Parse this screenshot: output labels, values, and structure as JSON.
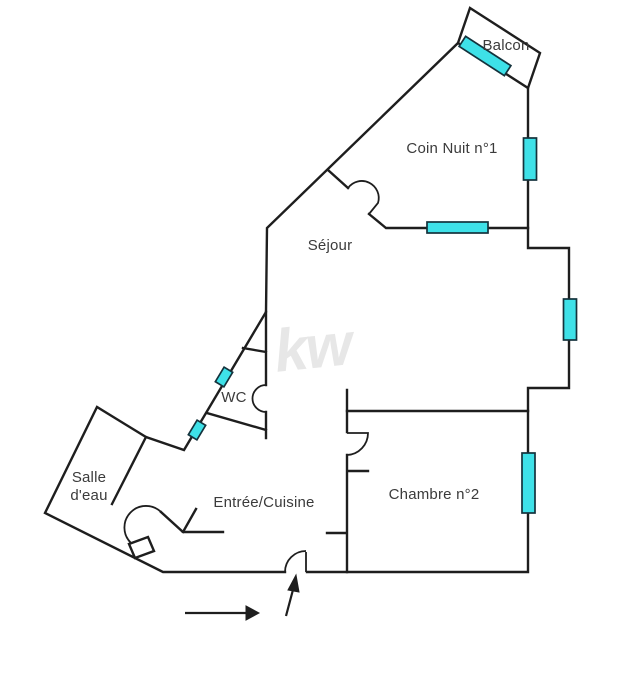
{
  "floorplan": {
    "watermark": "kw",
    "labels": {
      "balcon": "Balcon",
      "coin_nuit": "Coin Nuit n°1",
      "sejour": "Séjour",
      "wc": "WC",
      "salle_eau_line1": "Salle",
      "salle_eau_line2": "d'eau",
      "entree_cuisine": "Entrée/Cuisine",
      "chambre2": "Chambre n°2"
    },
    "colors": {
      "wall": "#1e1e1e",
      "window_fill": "#3ee1e8",
      "window_stroke": "#14323c",
      "label_text": "#3b3b3b",
      "watermark": "#e7e7e7"
    }
  }
}
